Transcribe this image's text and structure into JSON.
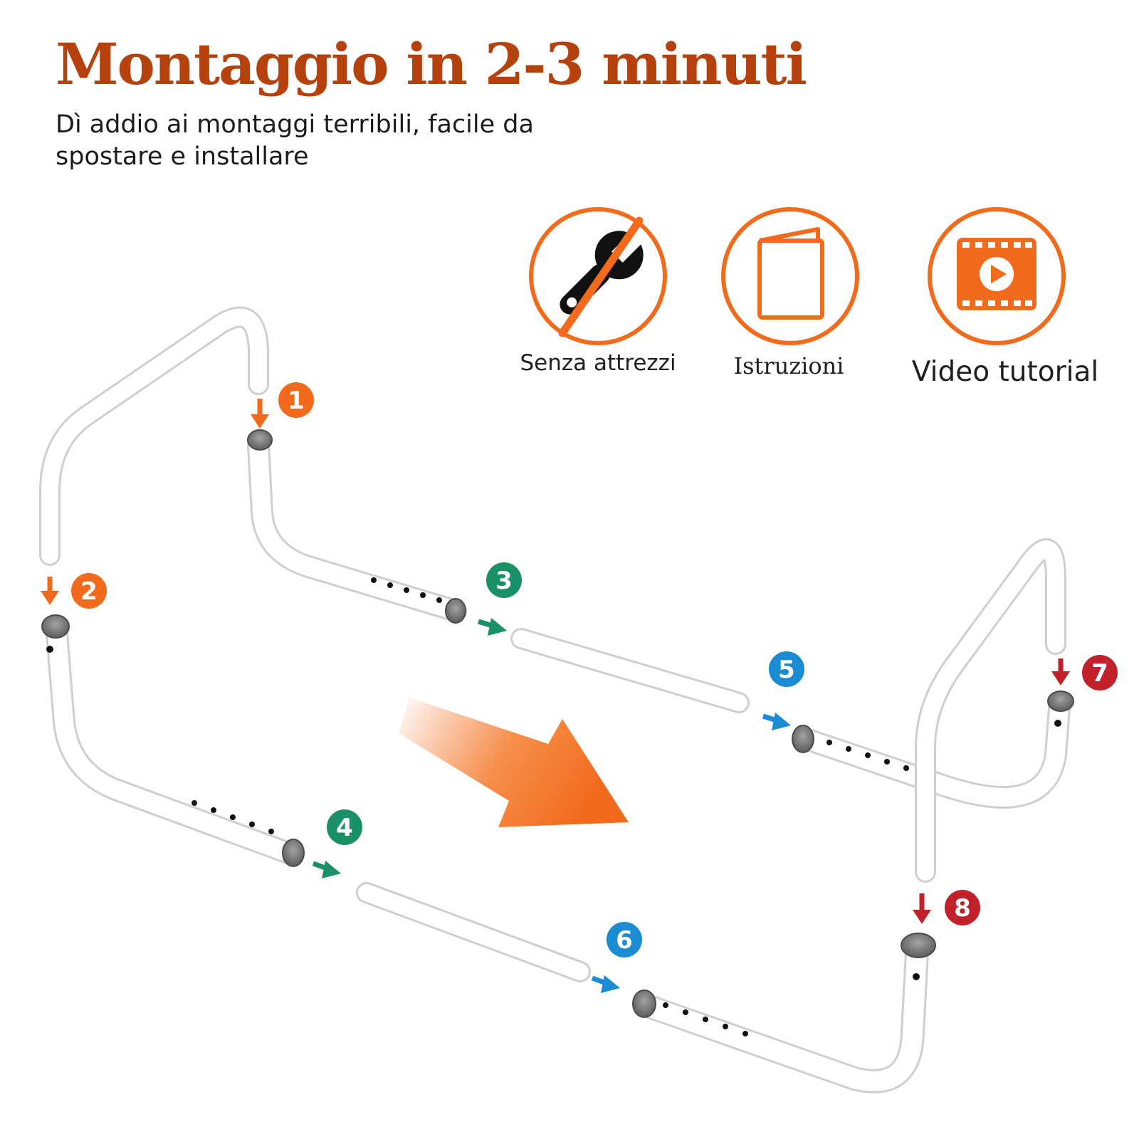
{
  "header": {
    "title": "Montaggio in 2-3 minuti",
    "subtitle": "Dì addio ai montaggi terribili, facile da spostare e installare"
  },
  "features": [
    {
      "icon": "no-tools-icon",
      "label": "Senza attrezzi"
    },
    {
      "icon": "manual-icon",
      "label": "Istruzioni"
    },
    {
      "icon": "video-icon",
      "label": "Video tutorial"
    }
  ],
  "steps": [
    {
      "number": "1",
      "color": "#f26a1b"
    },
    {
      "number": "2",
      "color": "#f26a1b"
    },
    {
      "number": "3",
      "color": "#1a9066"
    },
    {
      "number": "4",
      "color": "#1a9066"
    },
    {
      "number": "5",
      "color": "#1b8bd4"
    },
    {
      "number": "6",
      "color": "#1b8bd4"
    },
    {
      "number": "7",
      "color": "#c0212b"
    },
    {
      "number": "8",
      "color": "#c0212b"
    }
  ],
  "colors": {
    "title": "#b5410d",
    "accent": "#f26a1b",
    "tube": "#ffffff",
    "cap": "#6e6e6e"
  }
}
